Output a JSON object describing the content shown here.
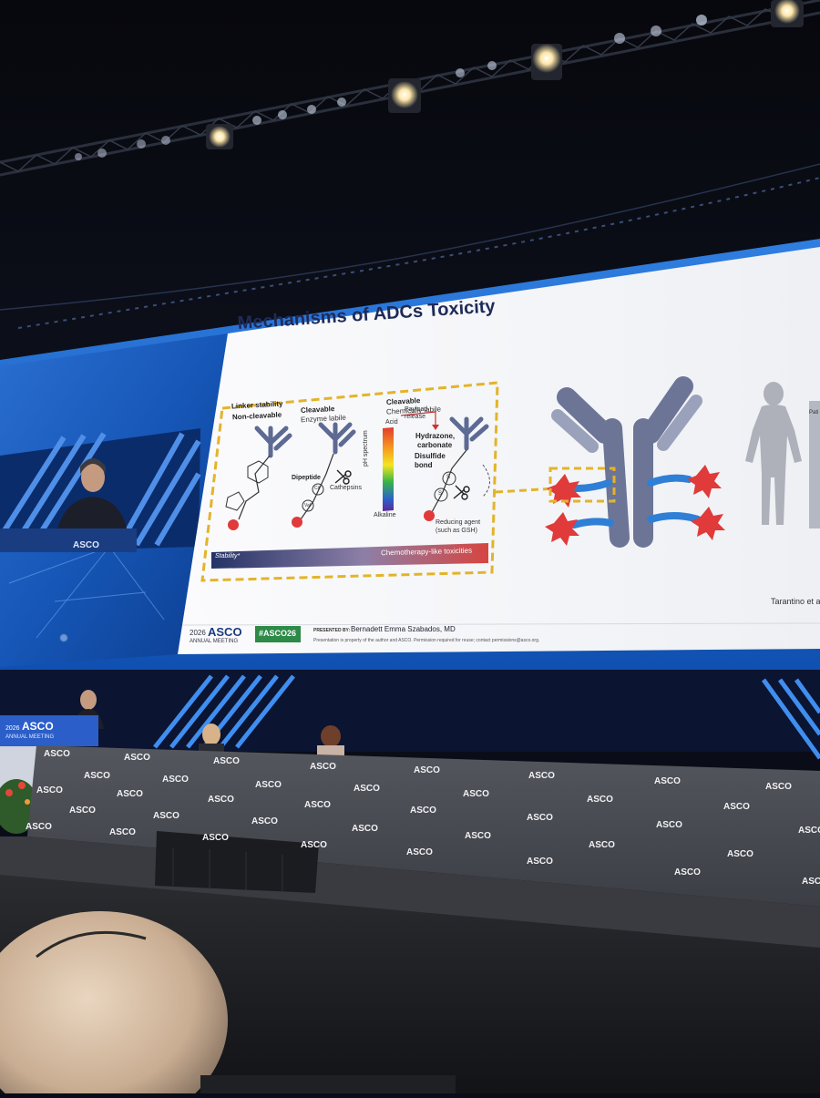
{
  "slide": {
    "title": "Mechanisms of ADCs Toxicity",
    "linker_stability": "Linker stability",
    "non_cleavable": "Non-cleavable",
    "cleavable_1": "Cleavable",
    "enzyme_labile": "Enzyme labile",
    "cleavable_2": "Cleavable",
    "chemically_labile": "Chemically labile",
    "acid": "Acid",
    "alkaline": "Alkaline",
    "ph_spectrum": "pH spectrum",
    "payload_release": "Payload release",
    "hydrazone": "Hydrazone,",
    "carbonate": "carbonate",
    "disulfide": "Disulfide",
    "bond": "bond",
    "dipeptide": "Dipeptide",
    "cathepsins": "Cathepsins",
    "cit": "Cit",
    "val": "Val",
    "s": "S",
    "reducing_agent": "Reducing agent",
    "such_as_gsh": "(such as GSH)",
    "stability": "Stability*",
    "chemo_tox": "Chemotherapy-like toxicities",
    "citation": "Tarantino et a",
    "meeting_year": "2026",
    "meeting_brand": "ASCO",
    "meeting_sub": "ANNUAL MEETING",
    "hashtag": "#ASCO26",
    "presented_by": "PRESENTED BY:",
    "presenter": "Bernadett Emma Szabados, MD",
    "disclaimer": "Presentation is property of the author and ASCO. Permission required for reuse; contact permissions@asco.org.",
    "side_label": "Pati"
  },
  "podium": {
    "year": "2026",
    "brand": "ASCO",
    "sub": "ANNUAL MEETING"
  },
  "backdrop_brand": "ASCO",
  "small_screen_brand": "ASCO",
  "colors": {
    "slide_title": "#1f2a57",
    "linker_box_border": "#e3b42a",
    "antibody": "#6c7596",
    "payload_star": "#e03a3a",
    "linker": "#2f7fd6",
    "stability_bar": "#2c3a6b",
    "toxicity_bar": "#d1453e",
    "hashtag_bg": "#2d8a47",
    "stage_blue": "#1c68c8"
  }
}
